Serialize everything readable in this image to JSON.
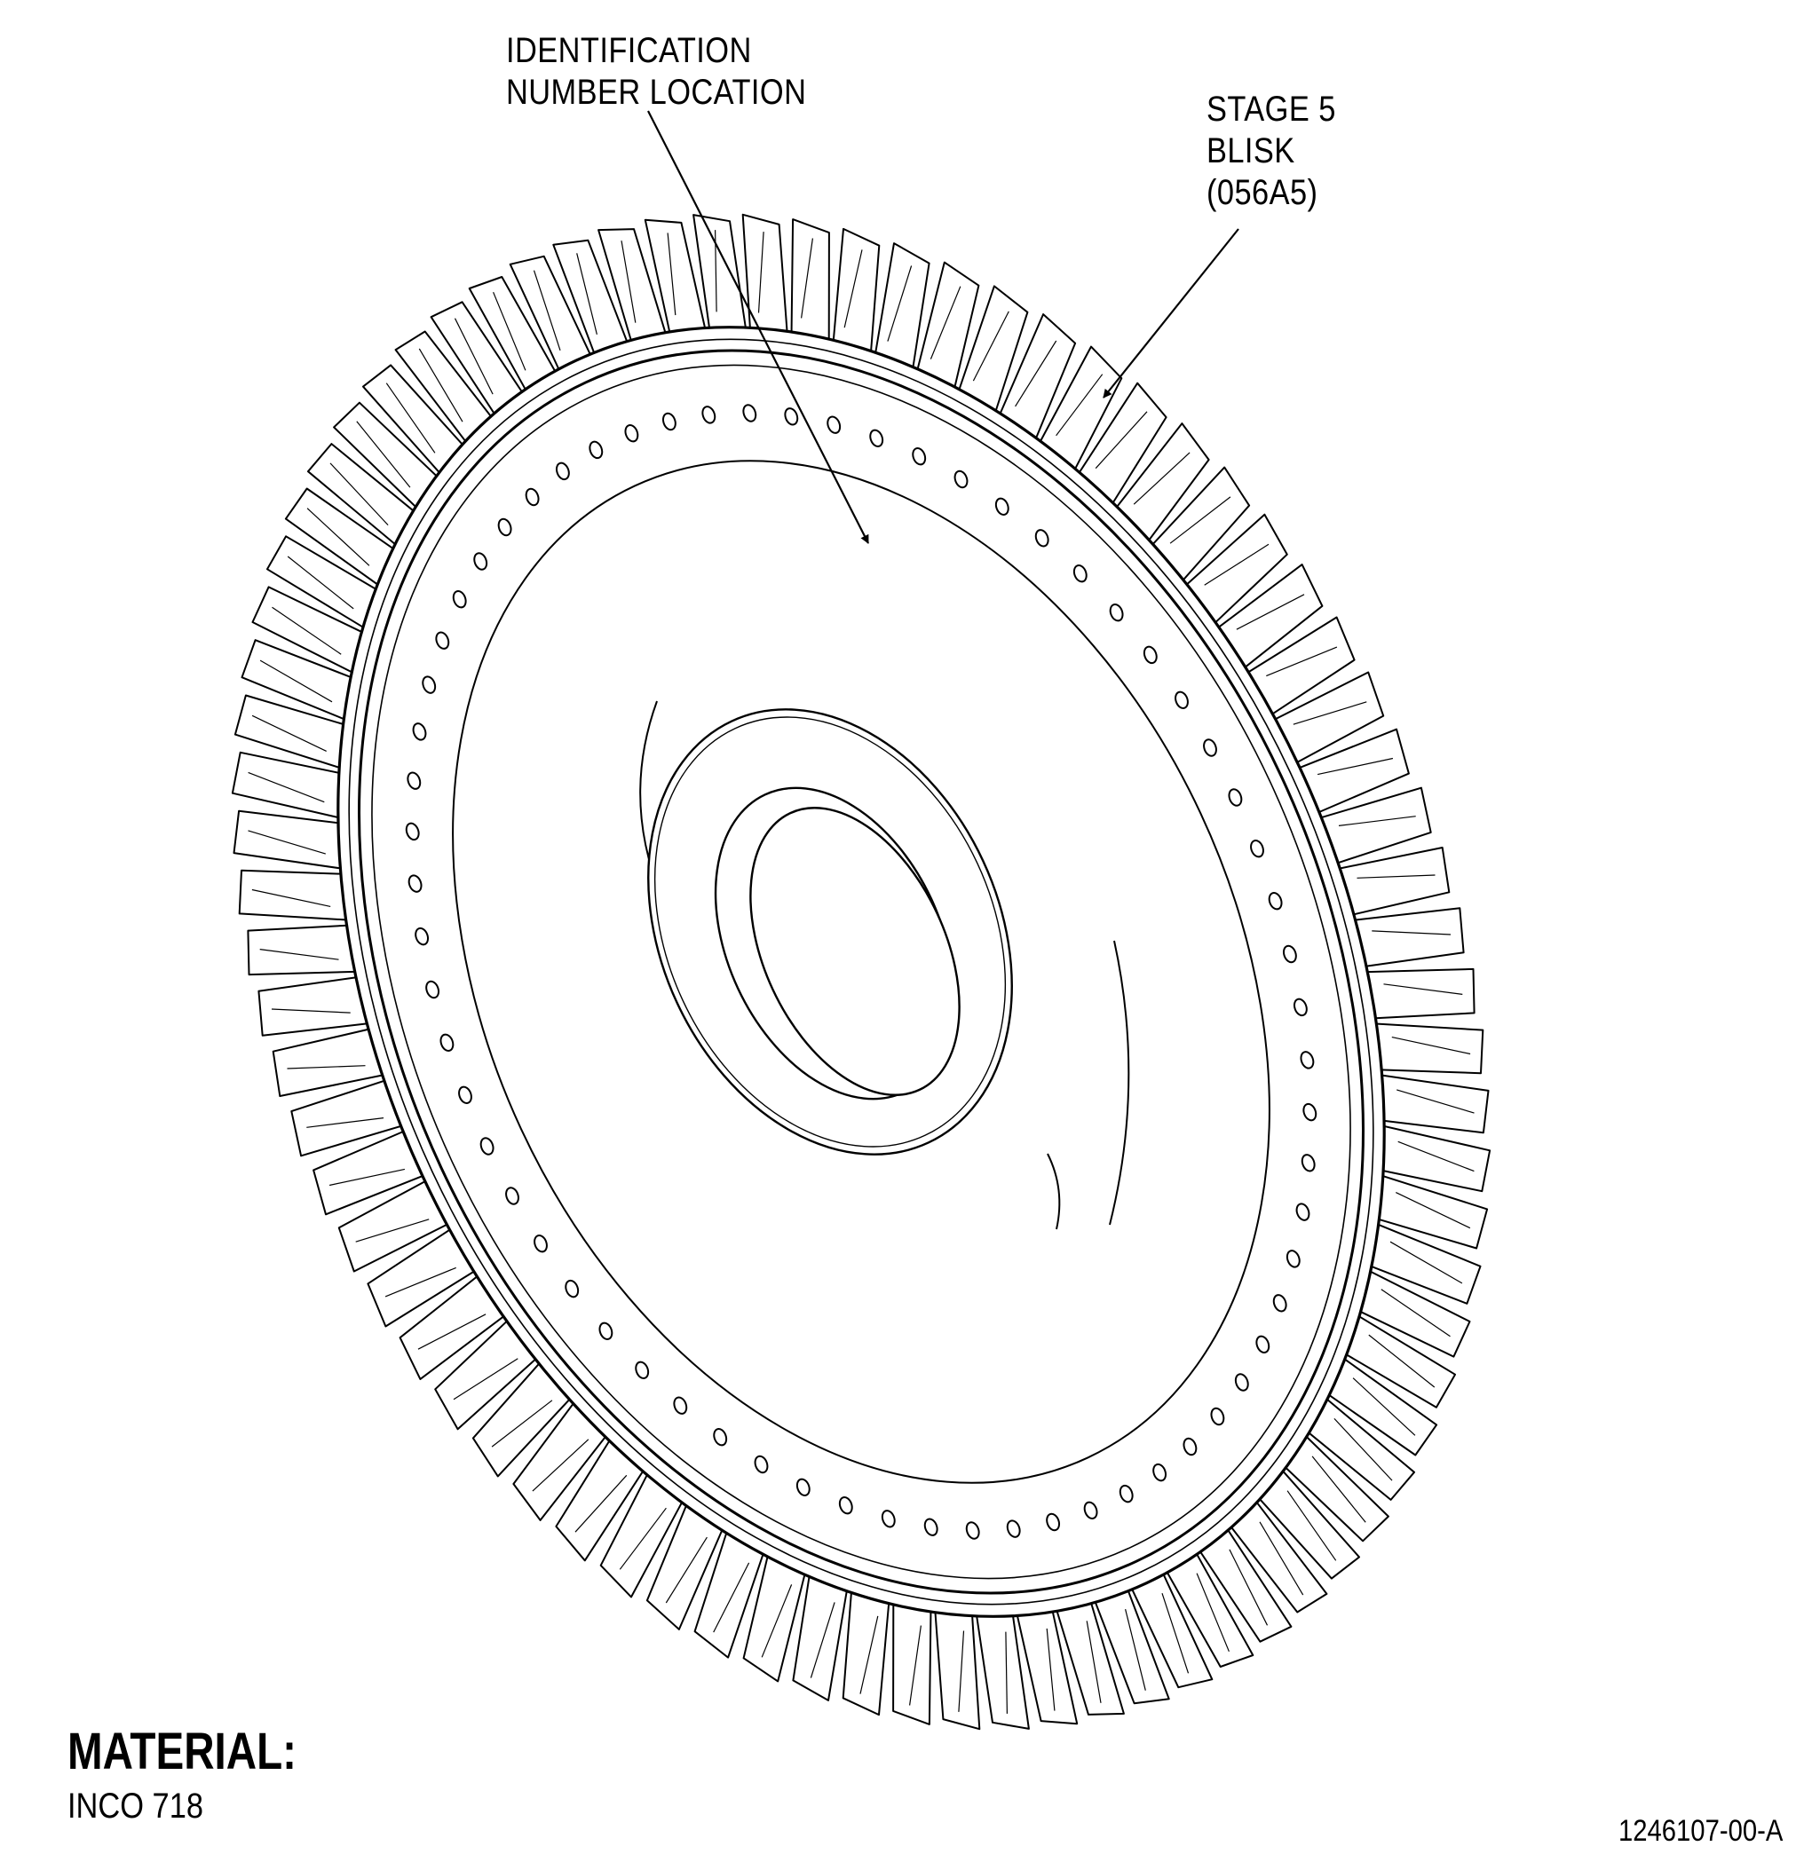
{
  "callouts": {
    "identification": {
      "line1": "IDENTIFICATION",
      "line2": "NUMBER LOCATION"
    },
    "stage": {
      "line1": "STAGE 5",
      "line2": "BLISK",
      "line3": "(056A5)"
    }
  },
  "material": {
    "heading": "MATERIAL:",
    "value": "INCO 718"
  },
  "figure_number": "1246107-00-A",
  "drawing": {
    "blade_count": 78,
    "bolt_hole_count": 66,
    "line_color": "#000000",
    "background": "#ffffff"
  }
}
